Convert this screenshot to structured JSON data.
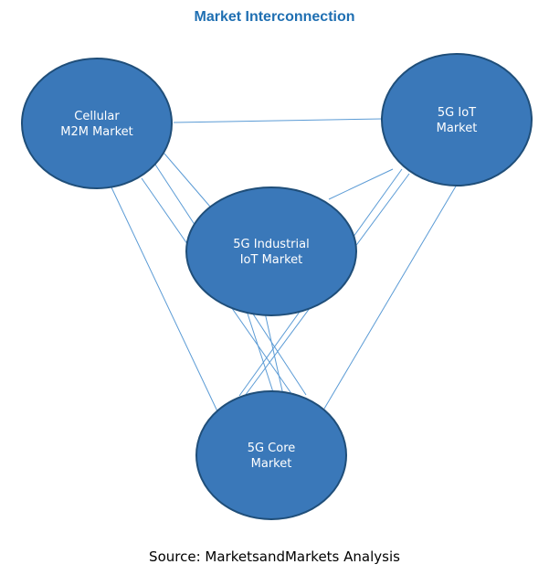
{
  "title": "Market Interconnection",
  "source": "Source: MarketsandMarkets Analysis",
  "colors": {
    "title": "#1f6fb2",
    "node_fill": "#3a78b9",
    "node_stroke": "#1f4e79",
    "link": "#5b9bd5"
  },
  "nodes": [
    {
      "id": "cellular-m2m",
      "label_lines": [
        "Cellular",
        "M2M Market"
      ]
    },
    {
      "id": "5g-iot",
      "label_lines": [
        "5G IoT",
        "Market"
      ]
    },
    {
      "id": "5g-industrial-iot",
      "label_lines": [
        "5G Industrial",
        "IoT Market"
      ]
    },
    {
      "id": "5g-core",
      "label_lines": [
        "5G Core",
        "Market"
      ]
    }
  ],
  "links": [
    {
      "from": "cellular-m2m",
      "to": "5g-iot"
    },
    {
      "from": "cellular-m2m",
      "to": "5g-industrial-iot"
    },
    {
      "from": "cellular-m2m",
      "to": "5g-core"
    },
    {
      "from": "5g-iot",
      "to": "5g-industrial-iot"
    },
    {
      "from": "5g-iot",
      "to": "5g-core"
    },
    {
      "from": "5g-industrial-iot",
      "to": "5g-core"
    }
  ]
}
